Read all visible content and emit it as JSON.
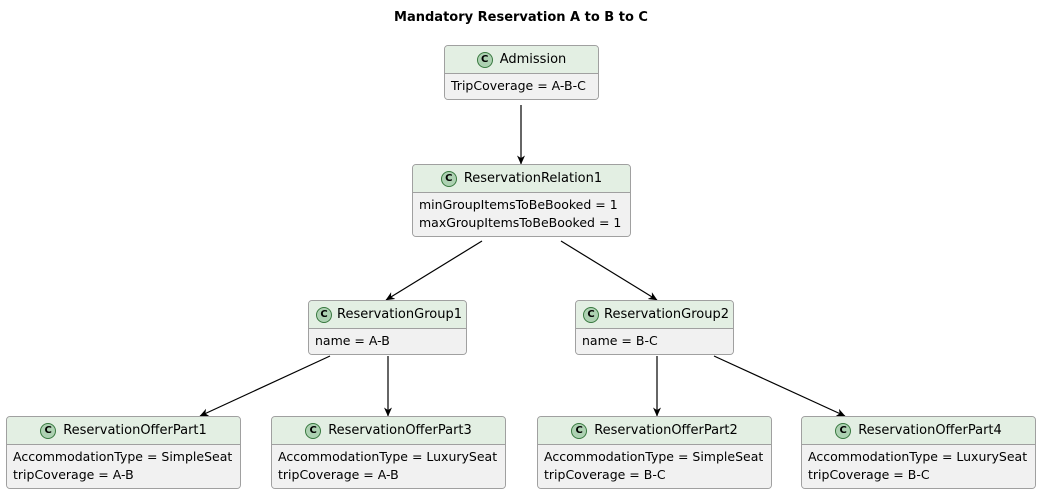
{
  "diagram": {
    "title": "Mandatory Reservation A to B to C",
    "type": "uml-class-diagram",
    "icon_letter": "C",
    "colors": {
      "background": "#FFFFFF",
      "box_border": "#A0A0A0",
      "header_fill": "#E3EFE3",
      "body_fill": "#F1F1F1",
      "icon_fill": "#ADD1B2",
      "icon_border": "#38793F",
      "text": "#000000",
      "edge": "#000000"
    }
  },
  "nodes": {
    "admission": {
      "name": "Admission",
      "attributes": [
        "TripCoverage = A-B-C"
      ]
    },
    "reservation_relation1": {
      "name": "ReservationRelation1",
      "attributes": [
        "minGroupItemsToBeBooked = 1",
        "maxGroupItemsToBeBooked = 1"
      ]
    },
    "reservation_group1": {
      "name": "ReservationGroup1",
      "attributes": [
        "name = A-B"
      ]
    },
    "reservation_group2": {
      "name": "ReservationGroup2",
      "attributes": [
        "name = B-C"
      ]
    },
    "reservation_offer_part1": {
      "name": "ReservationOfferPart1",
      "attributes": [
        "AccommodationType = SimpleSeat",
        "tripCoverage = A-B"
      ]
    },
    "reservation_offer_part3": {
      "name": "ReservationOfferPart3",
      "attributes": [
        "AccommodationType = LuxurySeat",
        "tripCoverage = A-B"
      ]
    },
    "reservation_offer_part2": {
      "name": "ReservationOfferPart2",
      "attributes": [
        "AccommodationType = SimpleSeat",
        "tripCoverage = B-C"
      ]
    },
    "reservation_offer_part4": {
      "name": "ReservationOfferPart4",
      "attributes": [
        "AccommodationType = LuxurySeat",
        "tripCoverage = B-C"
      ]
    }
  },
  "edges": [
    {
      "from": "admission",
      "to": "reservation_relation1"
    },
    {
      "from": "reservation_relation1",
      "to": "reservation_group1"
    },
    {
      "from": "reservation_relation1",
      "to": "reservation_group2"
    },
    {
      "from": "reservation_group1",
      "to": "reservation_offer_part1"
    },
    {
      "from": "reservation_group1",
      "to": "reservation_offer_part3"
    },
    {
      "from": "reservation_group2",
      "to": "reservation_offer_part2"
    },
    {
      "from": "reservation_group2",
      "to": "reservation_offer_part4"
    }
  ]
}
